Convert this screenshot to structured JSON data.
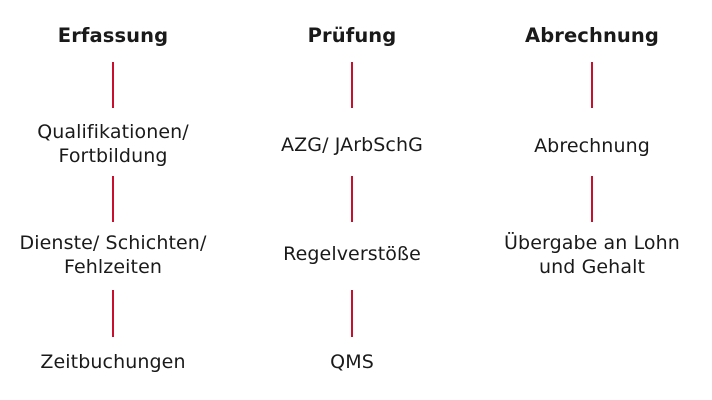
{
  "colors": {
    "connector": "#c8102e",
    "text": "#1a1a1a",
    "background": "#ffffff"
  },
  "columns": [
    {
      "heading": "Erfassung",
      "items": [
        "Qualifikationen/\nFortbildung",
        "Dienste/ Schichten/\nFehlzeiten",
        "Zeitbuchungen"
      ]
    },
    {
      "heading": "Prüfung",
      "items": [
        "AZG/ JArbSchG",
        "Regelverstöße",
        "QMS"
      ]
    },
    {
      "heading": "Abrechnung",
      "items": [
        "Abrechnung",
        "Übergabe an Lohn\nund Gehalt"
      ]
    }
  ]
}
